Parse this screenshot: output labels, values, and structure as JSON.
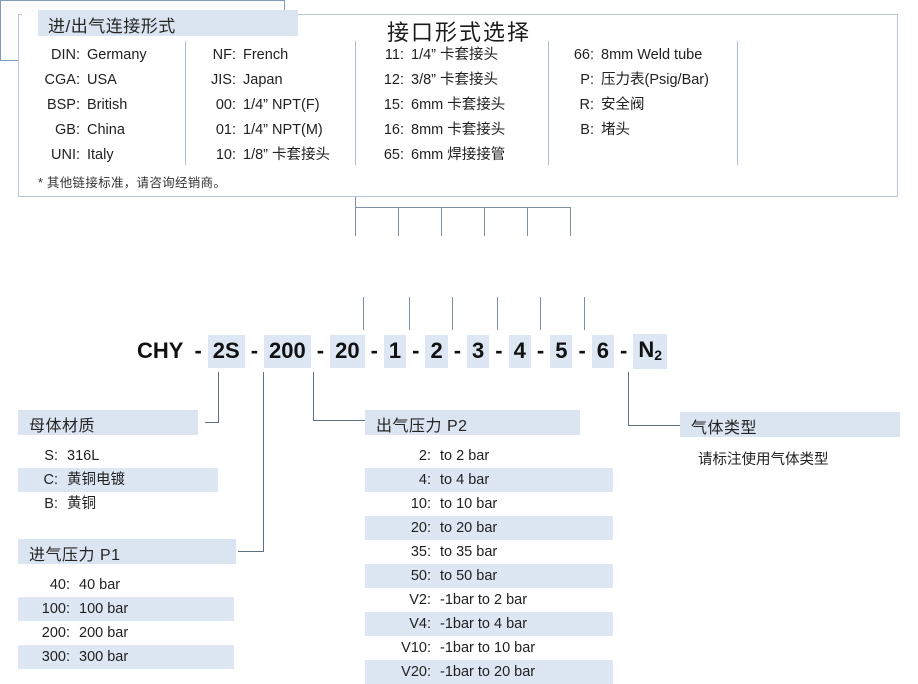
{
  "top_panel": {
    "title": "进/出气连接形式",
    "note": "* 其他链接标准，请咨询经销商。",
    "columns": [
      {
        "name": "standards",
        "rows": [
          {
            "key": "DIN:",
            "val": "Germany"
          },
          {
            "key": "CGA:",
            "val": "USA"
          },
          {
            "key": "BSP:",
            "val": "British"
          },
          {
            "key": "GB:",
            "val": "China"
          },
          {
            "key": "UNI:",
            "val": "Italy"
          }
        ]
      },
      {
        "name": "threads",
        "rows": [
          {
            "key": "NF:",
            "val": "French"
          },
          {
            "key": "JIS:",
            "val": "Japan"
          },
          {
            "key": "00:",
            "val": "1/4”  NPT(F)"
          },
          {
            "key": "01:",
            "val": "1/4”  NPT(M)"
          },
          {
            "key": "10:",
            "val": "1/8”  卡套接头"
          }
        ]
      },
      {
        "name": "compression-fittings",
        "rows": [
          {
            "key": "11:",
            "val": "1/4”  卡套接头"
          },
          {
            "key": "12:",
            "val": "3/8”  卡套接头"
          },
          {
            "key": "15:",
            "val": "6mm 卡套接头"
          },
          {
            "key": "16:",
            "val": "8mm 卡套接头"
          },
          {
            "key": "65:",
            "val": "6mm 焊接接管"
          }
        ]
      },
      {
        "name": "accessories",
        "rows": [
          {
            "key": "66:",
            "val": "8mm Weld tube"
          },
          {
            "key": "P:",
            "val": "压力表(Psig/Bar)"
          },
          {
            "key": "R:",
            "val": "安全阀"
          },
          {
            "key": "B:",
            "val": "堵头"
          }
        ]
      }
    ]
  },
  "centre_box": {
    "label": "接口形式选择"
  },
  "code": {
    "segments": [
      {
        "text": "CHY",
        "highlight": false
      },
      {
        "text": "2S",
        "highlight": true
      },
      {
        "text": "200",
        "highlight": true
      },
      {
        "text": "20",
        "highlight": true
      },
      {
        "text": "1",
        "highlight": true
      },
      {
        "text": "2",
        "highlight": true
      },
      {
        "text": "3",
        "highlight": true
      },
      {
        "text": "4",
        "highlight": true
      },
      {
        "text": "5",
        "highlight": true
      },
      {
        "text": "6",
        "highlight": true
      },
      {
        "text": "N2",
        "highlight": true,
        "subscript": "2",
        "base": "N"
      }
    ],
    "separator": "-"
  },
  "sections": {
    "material": {
      "title": "母体材质",
      "rows": [
        {
          "key": "S:",
          "val": "316L",
          "zebra": false
        },
        {
          "key": "C:",
          "val": "黄铜电镀",
          "zebra": true
        },
        {
          "key": "B:",
          "val": "黄铜",
          "zebra": false
        }
      ]
    },
    "inlet_pressure": {
      "title": "进气压力 P1",
      "rows": [
        {
          "key": "40:",
          "val": "40 bar",
          "zebra": false
        },
        {
          "key": "100:",
          "val": "100 bar",
          "zebra": true
        },
        {
          "key": "200:",
          "val": "200 bar",
          "zebra": false
        },
        {
          "key": "300:",
          "val": "300 bar",
          "zebra": true
        }
      ]
    },
    "outlet_pressure": {
      "title": "出气压力 P2",
      "rows": [
        {
          "key": "2:",
          "val": "to 2 bar",
          "zebra": false
        },
        {
          "key": "4:",
          "val": "to 4 bar",
          "zebra": true
        },
        {
          "key": "10:",
          "val": "to 10 bar",
          "zebra": false
        },
        {
          "key": "20:",
          "val": "to 20 bar",
          "zebra": true
        },
        {
          "key": "35:",
          "val": "to 35 bar",
          "zebra": false
        },
        {
          "key": "50:",
          "val": "to 50 bar",
          "zebra": true
        },
        {
          "key": "V2:",
          "val": "-1bar to 2 bar",
          "zebra": false
        },
        {
          "key": "V4:",
          "val": "-1bar to 4 bar",
          "zebra": true
        },
        {
          "key": "V10:",
          "val": "-1bar to 10 bar",
          "zebra": false
        },
        {
          "key": "V20:",
          "val": "-1bar to 20 bar",
          "zebra": true
        }
      ]
    },
    "gas_type": {
      "title": "气体类型",
      "note": "请标注使用气体类型"
    }
  },
  "colors": {
    "band": "#dbe5f1",
    "zebra": "#dce7f3",
    "panel_border": "#b9c6d6",
    "box_border": "#7d9bbd",
    "connector": "#7e8fa3"
  }
}
